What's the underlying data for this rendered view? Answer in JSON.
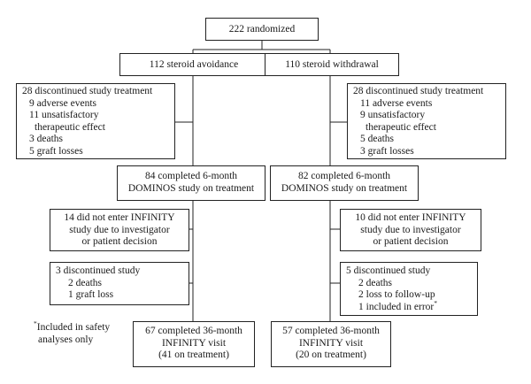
{
  "top": {
    "label": "222 randomized"
  },
  "left": {
    "arm": "112 steroid avoidance",
    "discontinued": {
      "title": "28 discontinued study treatment",
      "lines": [
        "9 adverse events",
        "11 unsatisfactory",
        "therapeutic effect",
        "3 deaths",
        "5 graft losses"
      ]
    },
    "completed6": [
      "84 completed 6-month",
      "DOMINOS study on treatment"
    ],
    "notEntered": [
      "14 did not enter INFINITY",
      "study due to investigator",
      "or patient decision"
    ],
    "discStudy": {
      "title": "3 discontinued study",
      "lines": [
        "2 deaths",
        "1 graft loss"
      ]
    },
    "completed36": [
      "67 completed 36-month",
      "INFINITY visit",
      "(41 on treatment)"
    ]
  },
  "right": {
    "arm": "110 steroid withdrawal",
    "discontinued": {
      "title": "28 discontinued study treatment",
      "lines": [
        "11 adverse events",
        "9 unsatisfactory",
        "therapeutic effect",
        "5 deaths",
        "3 graft losses"
      ]
    },
    "completed6": [
      "82 completed 6-month",
      "DOMINOS study on treatment"
    ],
    "notEntered": [
      "10 did not enter INFINITY",
      "study due to investigator",
      "or patient decision"
    ],
    "discStudy": {
      "title": "5 discontinued study",
      "lines": [
        "2 deaths",
        "2 loss to follow-up",
        "1 included in error"
      ],
      "marker": "*"
    },
    "completed36": [
      "57 completed 36-month",
      "INFINITY visit",
      "(20 on treatment)"
    ]
  },
  "footnote": {
    "marker": "*",
    "lines": [
      "Included in safety",
      "analyses only"
    ]
  }
}
